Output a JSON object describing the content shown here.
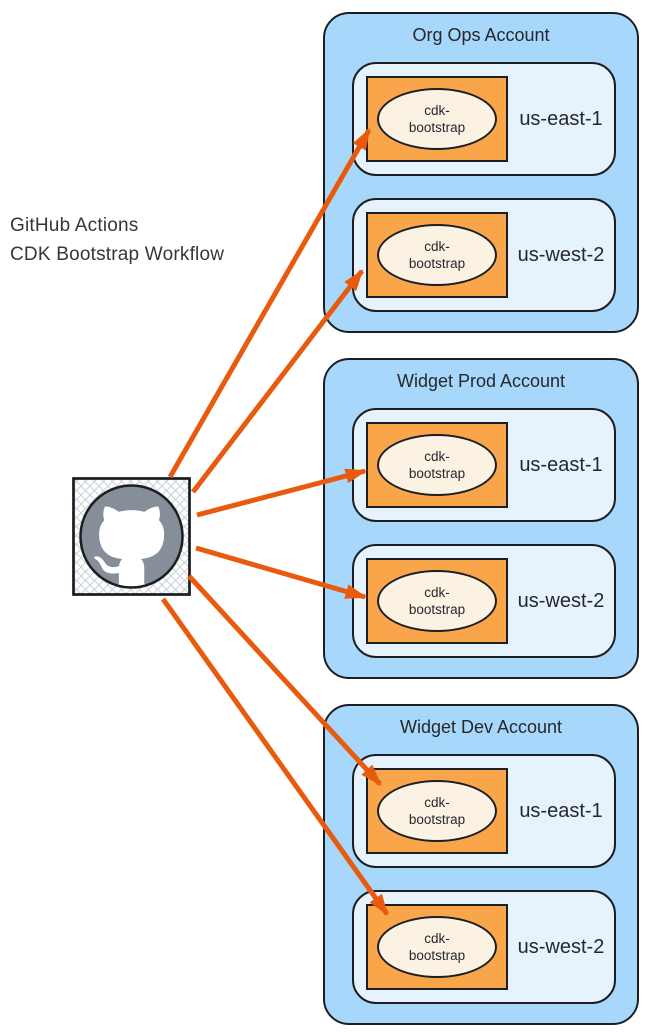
{
  "colors": {
    "account_fill": "#A7D7FB",
    "region_fill": "#E6F2FC",
    "stack_fill": "#F9A64B",
    "ellipse_fill": "#FBF2E4",
    "arrow_color": "#E85B0F",
    "border_color": "#1B1F23",
    "text_color": "#26282B",
    "node_circle_fill": "#858E99"
  },
  "source_label": {
    "line1": "GitHub Actions",
    "line2": "CDK Bootstrap Workflow"
  },
  "github_node": {
    "icon": "github-octocat-icon"
  },
  "accounts": [
    {
      "title": "Org Ops Account",
      "regions": [
        {
          "name": "us-east-1",
          "stack": {
            "line1": "cdk-",
            "line2": "bootstrap"
          }
        },
        {
          "name": "us-west-2",
          "stack": {
            "line1": "cdk-",
            "line2": "bootstrap"
          }
        }
      ]
    },
    {
      "title": "Widget Prod Account",
      "regions": [
        {
          "name": "us-east-1",
          "stack": {
            "line1": "cdk-",
            "line2": "bootstrap"
          }
        },
        {
          "name": "us-west-2",
          "stack": {
            "line1": "cdk-",
            "line2": "bootstrap"
          }
        }
      ]
    },
    {
      "title": "Widget Dev Account",
      "regions": [
        {
          "name": "us-east-1",
          "stack": {
            "line1": "cdk-",
            "line2": "bootstrap"
          }
        },
        {
          "name": "us-west-2",
          "stack": {
            "line1": "cdk-",
            "line2": "bootstrap"
          }
        }
      ]
    }
  ],
  "connections": [
    {
      "from": "GitHub Actions CDK Bootstrap Workflow",
      "to": "Org Ops Account / us-east-1"
    },
    {
      "from": "GitHub Actions CDK Bootstrap Workflow",
      "to": "Org Ops Account / us-west-2"
    },
    {
      "from": "GitHub Actions CDK Bootstrap Workflow",
      "to": "Widget Prod Account / us-east-1"
    },
    {
      "from": "GitHub Actions CDK Bootstrap Workflow",
      "to": "Widget Prod Account / us-west-2"
    },
    {
      "from": "GitHub Actions CDK Bootstrap Workflow",
      "to": "Widget Dev Account / us-east-1"
    },
    {
      "from": "GitHub Actions CDK Bootstrap Workflow",
      "to": "Widget Dev Account / us-west-2"
    }
  ]
}
